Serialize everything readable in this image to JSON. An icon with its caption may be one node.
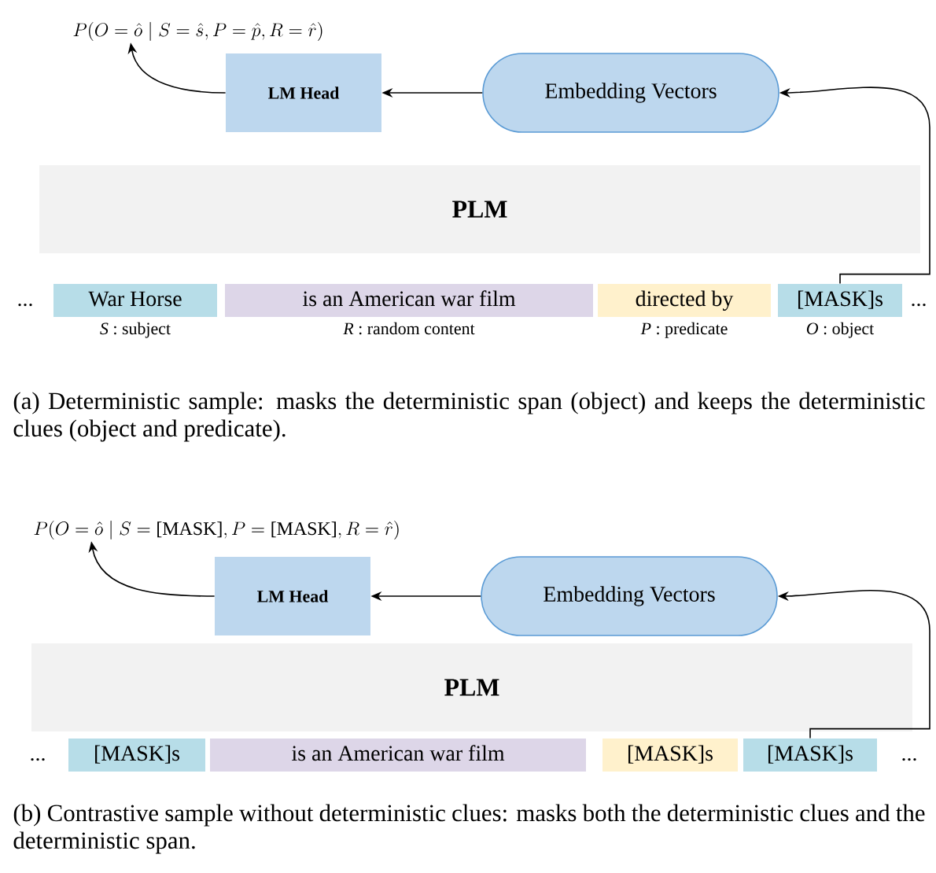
{
  "diagram": {
    "nodes": [
      {
        "text": [
          "P(O=\\hat{o}\\mid S=\\hat{s},P=\\hat{p},R=\\hat{r})"
        ]
      },
      {
        "text": [
          "LM Head"
        ]
      },
      {
        "text": [
          "Embedding Vectors"
        ]
      },
      {
        "text": [
          "PLM"
        ]
      },
      {
        "text": [
          "War Horse"
        ],
        "beside": [
          "*S* : subject"
        ]
      },
      {
        "text": [
          "is an American war film"
        ],
        "beside": [
          "*R* : random content"
        ]
      },
      {
        "text": [
          "directed by"
        ],
        "beside": [
          "*P* : predicate"
        ]
      },
      {
        "text": [
          "[MASK]s"
        ],
        "beside": [
          "*O* : object"
        ]
      },
      {
        "text": [
          "P(O=\\hat{o}\\mid S=\\text{[MASK]},P=\\text{[MASK]},R=\\hat{r})"
        ]
      },
      {
        "text": [
          "LM Head"
        ]
      },
      {
        "text": [
          "Embedding Vectors"
        ]
      },
      {
        "text": [
          "PLM"
        ]
      },
      {
        "text": [
          "[MASK]s"
        ]
      },
      {
        "text": [
          "is an American war film"
        ]
      },
      {
        "text": [
          "[MASK]s"
        ]
      },
      {
        "text": [
          "[MASK]s"
        ]
      }
    ],
    "edges": [
      {
        "from": 7,
        "to": 2,
        "arrow": "to"
      },
      {
        "from": 2,
        "to": 1,
        "arrow": "to"
      },
      {
        "from": 1,
        "to": 0,
        "arrow": "to"
      },
      {
        "from": 15,
        "to": 10,
        "arrow": "to"
      },
      {
        "from": 10,
        "to": 9,
        "arrow": "to"
      },
      {
        "from": 9,
        "to": 8,
        "arrow": "to"
      }
    ],
    "labels": [
      "...",
      "...",
      "(a) Deterministic sample: masks the deterministic span (object) and keeps the deterministic clues (object and predicate).",
      "...",
      "...",
      "(b) Contrastive sample without deterministic clues: masks both the deterministic clues and the deterministic span."
    ]
  }
}
